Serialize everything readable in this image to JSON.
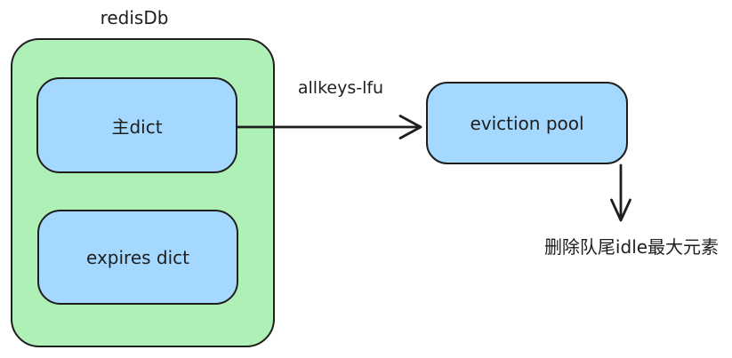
{
  "canvas": {
    "background": "#ffffff",
    "stroke_color": "#1e1e1e",
    "container_fill": "#aef0b6",
    "node_fill": "#a5d8ff"
  },
  "diagram": {
    "title": "redisDb",
    "nodes": {
      "main_dict": {
        "label": "主dict"
      },
      "expires_dict": {
        "label": "expires dict"
      },
      "eviction_pool": {
        "label": "eviction pool"
      }
    },
    "arrows": {
      "main_to_pool": {
        "label": "allkeys-lfu"
      },
      "pool_down": {
        "label": ""
      }
    },
    "annotations": {
      "evict_result": "删除队尾idle最大元素"
    }
  }
}
